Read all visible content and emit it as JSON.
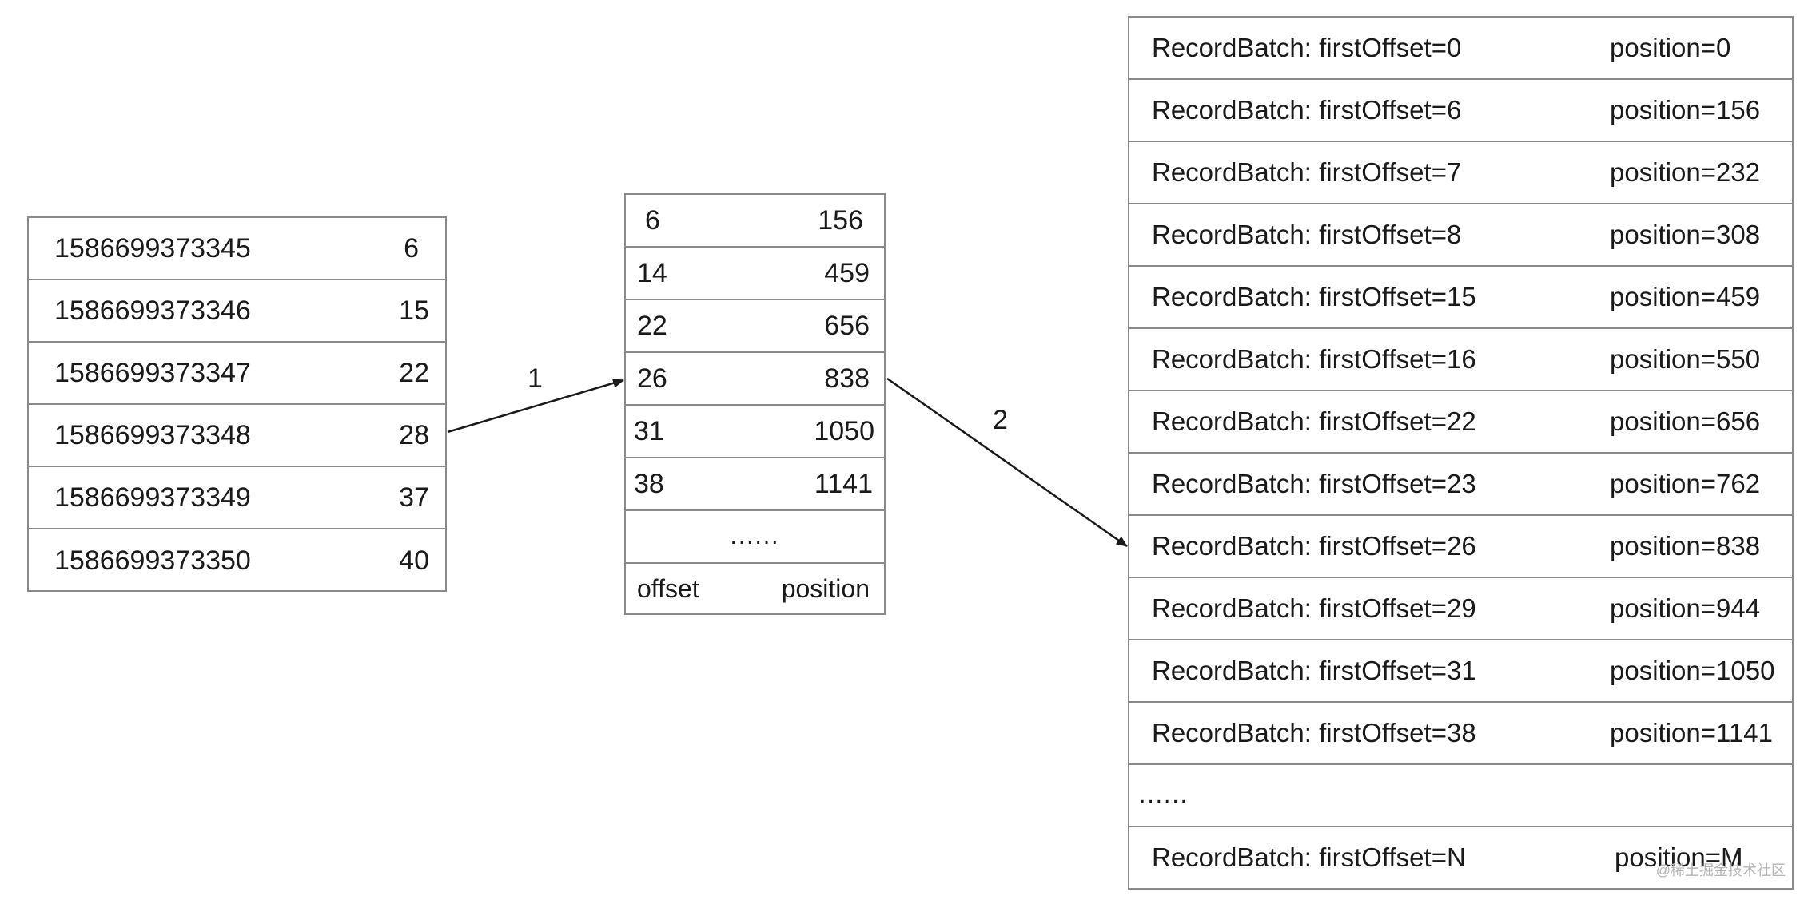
{
  "timestamp_index": {
    "rows": [
      {
        "timestamp": "1586699373345",
        "offset": "6"
      },
      {
        "timestamp": "1586699373346",
        "offset": "15"
      },
      {
        "timestamp": "1586699373347",
        "offset": "22"
      },
      {
        "timestamp": "1586699373348",
        "offset": "28"
      },
      {
        "timestamp": "1586699373349",
        "offset": "37"
      },
      {
        "timestamp": "1586699373350",
        "offset": "40"
      }
    ]
  },
  "offset_index": {
    "rows": [
      {
        "offset": "6",
        "position": "156"
      },
      {
        "offset": "14",
        "position": "459"
      },
      {
        "offset": "22",
        "position": "656"
      },
      {
        "offset": "26",
        "position": "838"
      },
      {
        "offset": "31",
        "position": "1050"
      },
      {
        "offset": "38",
        "position": "1141"
      }
    ],
    "ellipsis": "......",
    "footer": {
      "offset": "offset",
      "position": "position"
    }
  },
  "log_segment": {
    "rows": [
      {
        "batch": "RecordBatch: firstOffset=0",
        "position": "position=0"
      },
      {
        "batch": "RecordBatch: firstOffset=6",
        "position": "position=156"
      },
      {
        "batch": "RecordBatch: firstOffset=7",
        "position": "position=232"
      },
      {
        "batch": "RecordBatch: firstOffset=8",
        "position": "position=308"
      },
      {
        "batch": "RecordBatch: firstOffset=15",
        "position": "position=459"
      },
      {
        "batch": "RecordBatch: firstOffset=16",
        "position": "position=550"
      },
      {
        "batch": "RecordBatch: firstOffset=22",
        "position": "position=656"
      },
      {
        "batch": "RecordBatch: firstOffset=23",
        "position": "position=762"
      },
      {
        "batch": "RecordBatch: firstOffset=26",
        "position": "position=838"
      },
      {
        "batch": "RecordBatch: firstOffset=29",
        "position": "position=944"
      },
      {
        "batch": "RecordBatch: firstOffset=31",
        "position": "position=1050"
      },
      {
        "batch": "RecordBatch: firstOffset=38",
        "position": "position=1141"
      }
    ],
    "ellipsis": "......",
    "last_row": {
      "batch": "RecordBatch: firstOffset=N",
      "position": "position=M"
    }
  },
  "arrows": {
    "step1_label": "1",
    "step2_label": "2"
  },
  "watermark": "@稀土掘金技术社区"
}
